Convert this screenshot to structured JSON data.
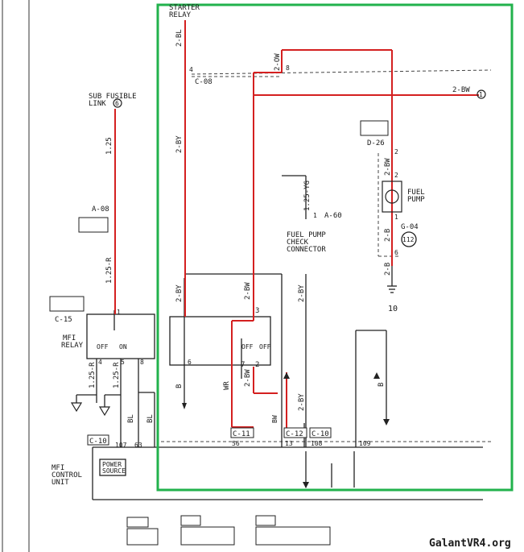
{
  "labels": {
    "starter_relay": "STARTER",
    "starter_relay_2": "RELAY",
    "sub_fusible_link": "SUB FUSIBLE",
    "sub_fusible_link_2": "LINK",
    "sub_fusible_num": "6",
    "mfi_relay": "MFI",
    "mfi_relay_2": "RELAY",
    "mfi_control_unit": "MFI",
    "mfi_control_unit_2": "CONTROL",
    "mfi_control_unit_3": "UNIT",
    "power_source": "POWER",
    "power_source_2": "SOURCE",
    "fuel_pump": "FUEL",
    "fuel_pump_2": "PUMP",
    "fuel_pump_check": "FUEL PUMP",
    "fuel_pump_check_2": "CHECK",
    "fuel_pump_check_3": "CONNECTOR",
    "ground_num": "10",
    "g04_num": "112",
    "circle_1": "1",
    "off1": "OFF",
    "on1": "ON",
    "off2": "OFF",
    "off3": "OFF"
  },
  "connectors": {
    "a08": "A-08",
    "c15": "C-15",
    "d26": "D-26",
    "a60": "A-60",
    "g04": "G-04",
    "c08": "C-08",
    "c10": "C-10",
    "c11": "C-11",
    "c12": "C-12",
    "c10b": "C-10"
  },
  "wires": {
    "w_2bl": "2-BL",
    "w_2by_top": "2-BY",
    "w_2by_mid": "2-BY",
    "w_2by_right": "2-BY",
    "w_2by_low": "2-BY",
    "w_2ow": "2-OW",
    "w_2bw_right": "2-BW",
    "w_2bw_mid": "2-BW",
    "w_2bw_low": "2-BW",
    "w_2bw_pump": "2-BW",
    "w_2b_pump": "2-B",
    "w_2b_pump2": "2-B",
    "w_125yg": "1.25-YG",
    "w_125r_top": "1.25-R",
    "w_125r_a": "1.25-R",
    "w_125r_b": "1.25-R",
    "w_125b": "1.25",
    "w_bl1": "BL",
    "w_bl2": "BL",
    "w_b1": "B",
    "w_b2": "B",
    "w_wr": "WR",
    "w_bw": "BW"
  },
  "pins": {
    "p4": "4",
    "p8": "8",
    "p3": "3",
    "p7": "7",
    "p2": "2",
    "p6": "6",
    "p5": "5",
    "p8b": "8",
    "p4b": "4",
    "p1": "1",
    "p2_pump_top": "2",
    "p2_pump": "2",
    "p1_pump": "1",
    "p6_pump": "6",
    "p1_a60": "1",
    "p107": "107",
    "p63": "63",
    "p56": "56",
    "p13": "13",
    "p108": "108",
    "p109": "109"
  },
  "watermark": "GalantVR4.org",
  "colors": {
    "wire_red": "#d42020",
    "highlight_green": "#22b24c",
    "line_dark": "#222222"
  }
}
